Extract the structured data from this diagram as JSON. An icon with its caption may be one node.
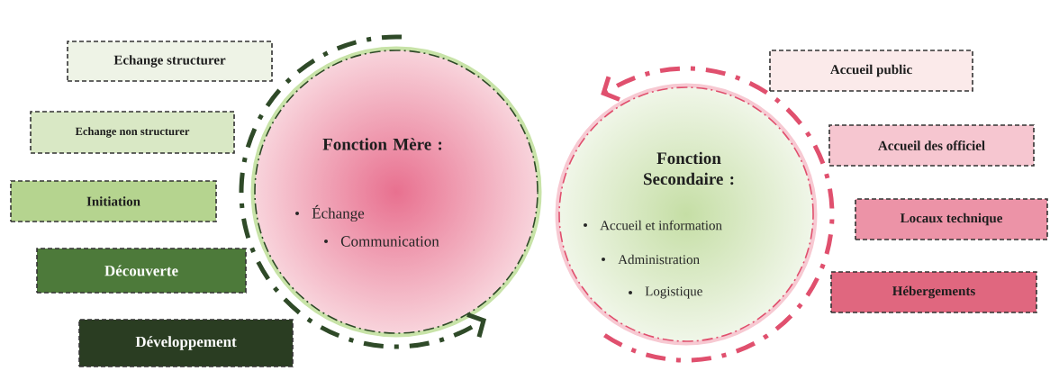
{
  "diagram": {
    "nodes": [
      {
        "text": [
          "Echange structurer"
        ]
      },
      {
        "text": [
          "Echange non structurer"
        ]
      },
      {
        "text": [
          "Initiation"
        ]
      },
      {
        "text": [
          "Découverte"
        ]
      },
      {
        "text": [
          "Développement"
        ]
      },
      {
        "text": [
          "Fonction Mère :",
          "Échange",
          "Communication"
        ]
      },
      {
        "text": [
          "Fonction Secondaire :",
          "Accueil et information",
          "Administration",
          "Logistique"
        ]
      },
      {
        "text": [
          "Accueil public"
        ]
      },
      {
        "text": [
          "Accueil des officiel"
        ]
      },
      {
        "text": [
          "Locaux technique"
        ]
      },
      {
        "text": [
          "Hébergements"
        ]
      }
    ],
    "edges": [
      {
        "from": 5,
        "to": 6,
        "arrow": "to",
        "style": "dashed",
        "color": "#2f4a28"
      },
      {
        "from": 6,
        "to": 5,
        "arrow": "to",
        "style": "dashed",
        "color": "#e0506e"
      }
    ]
  }
}
